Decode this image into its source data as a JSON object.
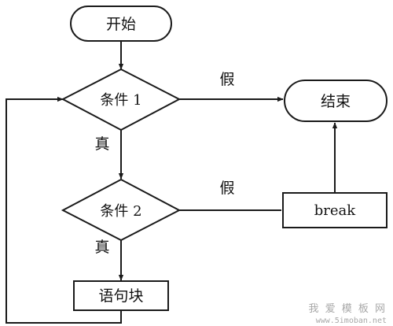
{
  "nodes": {
    "start": "开始",
    "condition1": "条件 1",
    "condition2": "条件 2",
    "block": "语句块",
    "break": "break",
    "end": "结束"
  },
  "edge_labels": {
    "c1_false": "假",
    "c1_true": "真",
    "c2_false": "假",
    "c2_true": "真"
  },
  "watermark": {
    "line1": "我 爱 模 板 网",
    "line2": "www.5imoban.net"
  }
}
